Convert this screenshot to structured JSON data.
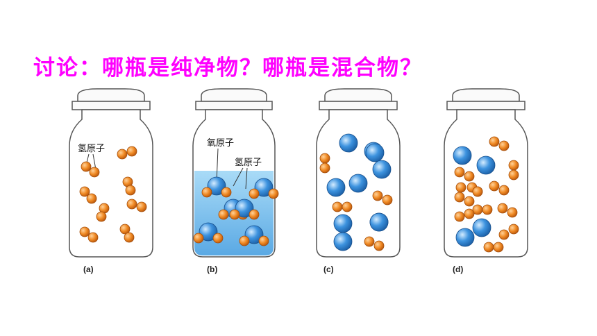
{
  "title": "讨论：哪瓶是纯净物？哪瓶是混合物？",
  "jars": [
    {
      "caption": "(a)",
      "labels": [
        "氢原子"
      ]
    },
    {
      "caption": "(b)",
      "labels": [
        "氧原子",
        "氢原子"
      ]
    },
    {
      "caption": "(c)",
      "labels": []
    },
    {
      "caption": "(d)",
      "labels": []
    }
  ],
  "colors": {
    "title": "#ff00ff",
    "hydrogen": "#f08a24",
    "oxygen": "#2f86d6",
    "water": "#7cc2ef",
    "jar_outline": "#555555"
  }
}
